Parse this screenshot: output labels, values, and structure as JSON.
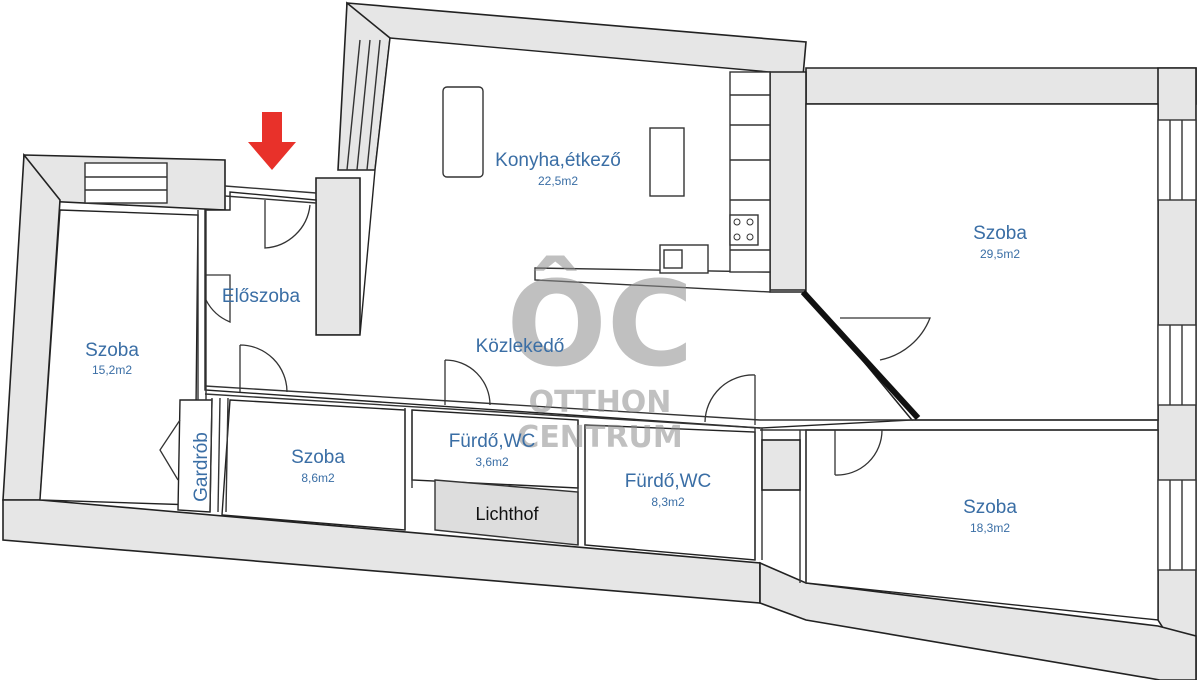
{
  "rooms": {
    "kitchen": {
      "name": "Konyha,étkező",
      "area": "22,5m2"
    },
    "living_large": {
      "name": "Szoba",
      "area": "29,5m2"
    },
    "hall": {
      "name": "Előszoba"
    },
    "room_left": {
      "name": "Szoba",
      "area": "15,2m2"
    },
    "corridor": {
      "name": "Közlekedő"
    },
    "room_small": {
      "name": "Szoba",
      "area": "8,6m2"
    },
    "bath_small": {
      "name": "Fürdő,WC",
      "area": "3,6m2"
    },
    "bath_large": {
      "name": "Fürdő,WC",
      "area": "8,3m2"
    },
    "room_bottom_right": {
      "name": "Szoba",
      "area": "18,3m2"
    },
    "wardrobe": {
      "name": "Gardrób"
    },
    "lichthof": {
      "name": "Lichthof"
    }
  },
  "watermark": {
    "logo": "ÔC",
    "line1": "OTTHON",
    "line2": "CENTRUM"
  },
  "colors": {
    "label": "#3a6ea5",
    "wall": "#e6e6e6",
    "entrance_arrow": "#e8312a",
    "watermark": "#8e8e8e"
  },
  "icons": {
    "entrance": "red-arrow-down-icon"
  }
}
